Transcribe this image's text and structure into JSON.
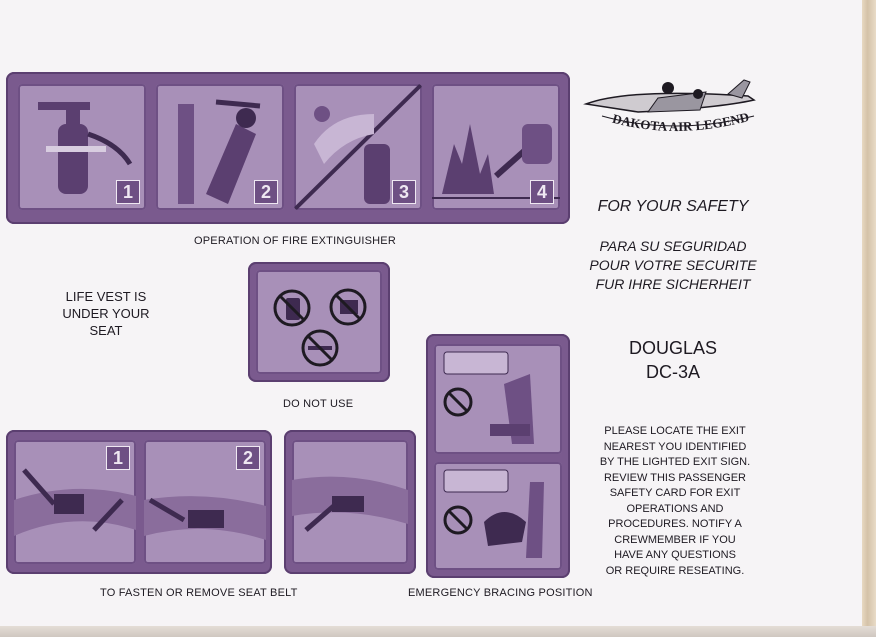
{
  "fire_extinguisher": {
    "steps": [
      "1",
      "2",
      "3",
      "4"
    ],
    "caption": "OPERATION OF FIRE EXTINGUISHER"
  },
  "life_vest": [
    "LIFE VEST IS",
    "UNDER YOUR",
    "SEAT"
  ],
  "do_not_use": {
    "icons": [
      "no-phone-icon",
      "no-electronic-device-icon",
      "no-smoking-icon"
    ],
    "caption": "DO NOT USE"
  },
  "seat_belt": {
    "steps": [
      "1",
      "2"
    ],
    "caption": "TO FASTEN OR REMOVE SEAT BELT"
  },
  "bracing": {
    "caption": "EMERGENCY BRACING POSITION"
  },
  "logo": {
    "text": "DAKOTA AIR LEGEND"
  },
  "safety": {
    "title": "FOR YOUR SAFETY",
    "translations": [
      "PARA SU SEGURIDAD",
      "POUR VOTRE SECURITE",
      "FUR IHRE SICHERHEIT"
    ]
  },
  "aircraft": {
    "make": "DOUGLAS",
    "model": "DC-3A"
  },
  "notice": [
    "PLEASE LOCATE THE EXIT",
    "NEAREST YOU IDENTIFIED",
    "BY THE LIGHTED EXIT SIGN.",
    "REVIEW THIS PASSENGER",
    "SAFETY CARD FOR EXIT",
    "OPERATIONS AND",
    "PROCEDURES. NOTIFY A",
    "CREWMEMBER IF YOU",
    "HAVE ANY QUESTIONS",
    "OR REQUIRE RESEATING."
  ],
  "colors": {
    "panel": "#7a5a8e",
    "tile": "#a890b8",
    "paper": "#f6f4f6"
  }
}
